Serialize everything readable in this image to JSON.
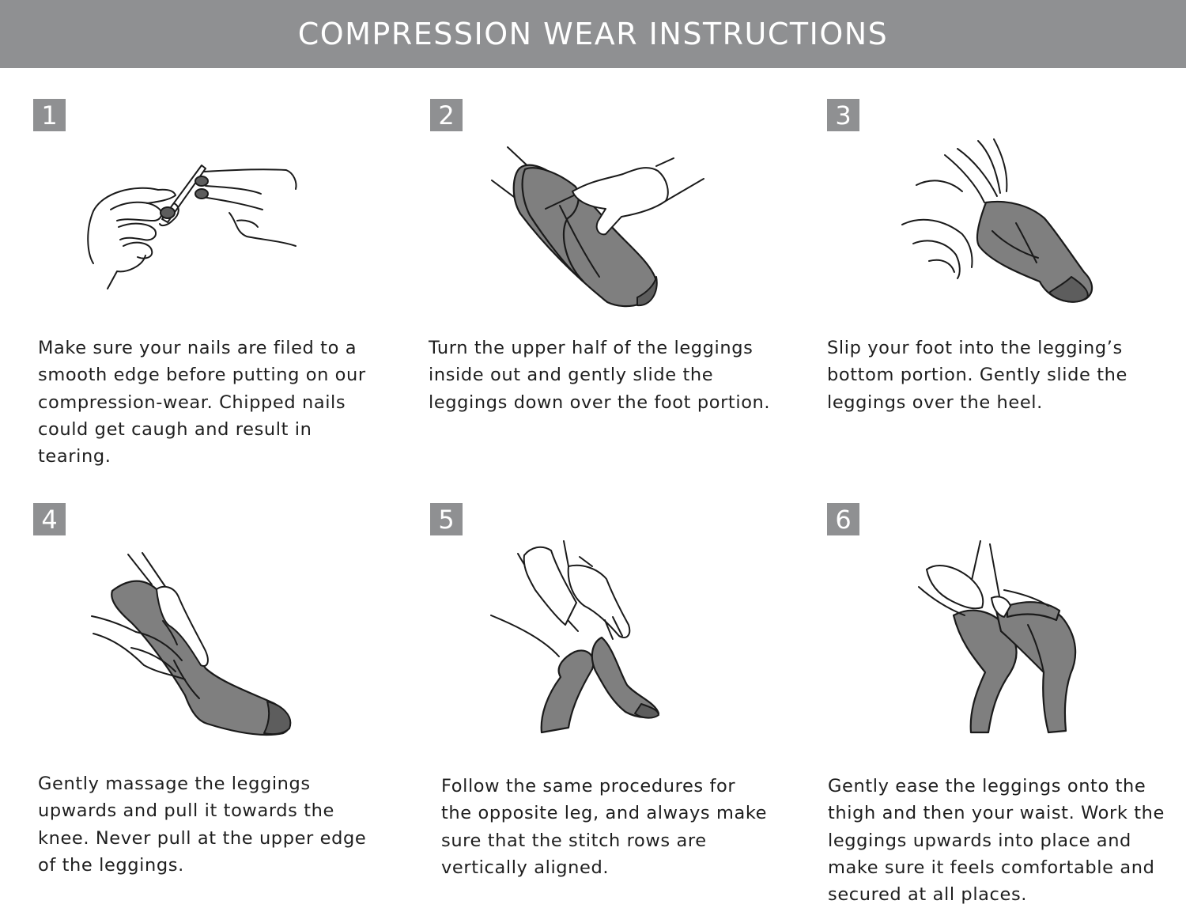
{
  "header": {
    "title": "COMPRESSION WEAR INSTRUCTIONS"
  },
  "colors": {
    "banner": "#8f9092",
    "badge": "#8f9092",
    "leggings": "#7f7f7f",
    "text": "#1e1e1e"
  },
  "steps": [
    {
      "number": "1",
      "illustration": "nail-file-illustration",
      "lines": [
        "Make sure your nails are filed to a",
        "smooth edge before putting on our",
        "compression-wear. Chipped nails",
        "could get caugh and result in",
        "tearing."
      ]
    },
    {
      "number": "2",
      "illustration": "inside-out-leggings-illustration",
      "lines": [
        "Turn the upper half of the leggings",
        "inside out and gently slide the",
        "leggings down over the foot portion."
      ]
    },
    {
      "number": "3",
      "illustration": "foot-slip-illustration",
      "lines": [
        "Slip your foot into the legging’s",
        "bottom portion. Gently slide the",
        "leggings over the heel."
      ]
    },
    {
      "number": "4",
      "illustration": "massage-upwards-illustration",
      "lines": [
        "Gently massage the leggings",
        "upwards and pull it towards the",
        "knee. Never pull at the upper edge",
        "of the leggings."
      ]
    },
    {
      "number": "5",
      "illustration": "opposite-leg-illustration",
      "lines": [
        "Follow the same procedures for",
        "the opposite leg, and always make",
        "sure that the stitch rows are",
        "vertically aligned."
      ]
    },
    {
      "number": "6",
      "illustration": "thigh-waist-illustration",
      "lines": [
        "Gently ease the leggings onto the",
        "thigh and then your waist. Work the",
        "leggings upwards into place and",
        "make sure it feels comfortable and",
        "secured at all places."
      ]
    }
  ]
}
